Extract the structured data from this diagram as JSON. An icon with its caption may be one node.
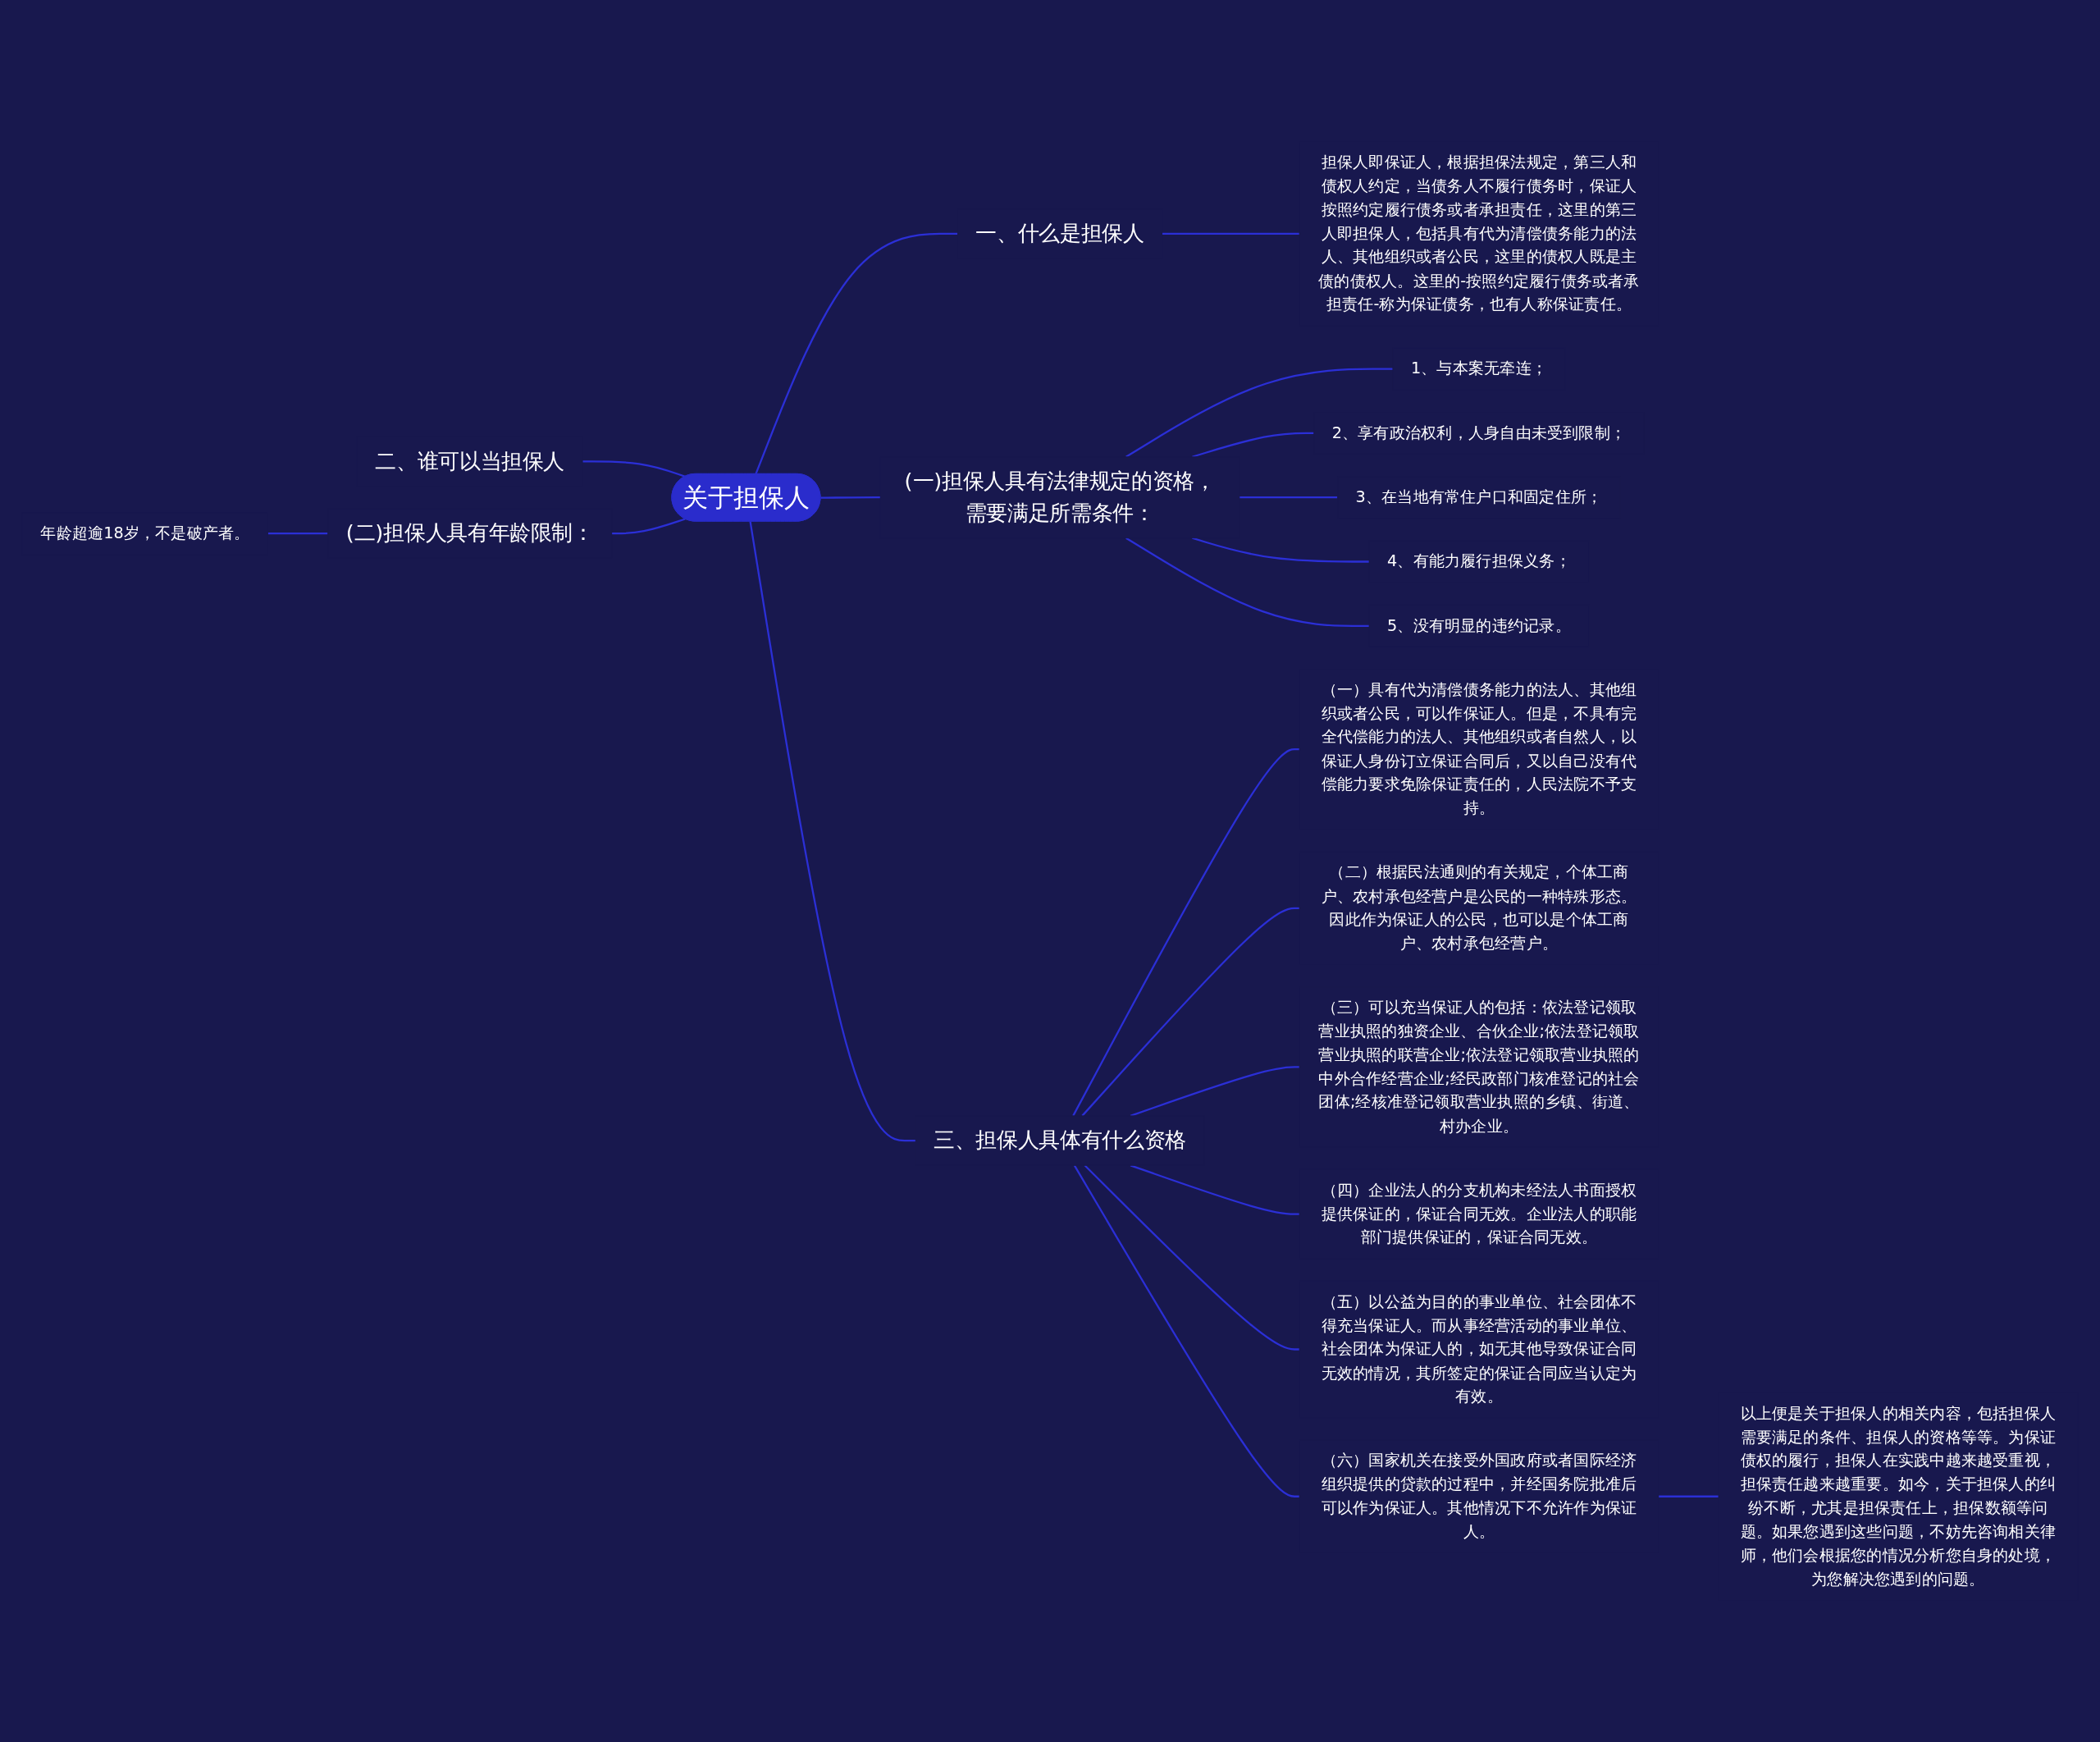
{
  "diagram": {
    "nodes": [
      {
        "text": [
          "关于担保人"
        ]
      },
      {
        "text": [
          "一、什么是担保人"
        ]
      },
      {
        "text": [
          "担保人即保证人，根据担保法规定，第三人和债权人约定，当债务人不履行债务时，保证人按照约定履行债务或者承担责任，这里的第三人即担保人，包括具有代为清偿债务能力的法人、其他组织或者公民，这里的债权人既是主债的债权人。这里的-按照约定履行债务或者承担责任-称为保证债务，也有人称保证责任。"
        ]
      },
      {
        "text": [
          "(一)担保人具有法律规定的资格，需要满足所需条件："
        ]
      },
      {
        "text": [
          "1、与本案无牵连；"
        ]
      },
      {
        "text": [
          "2、享有政治权利，人身自由未受到限制；"
        ]
      },
      {
        "text": [
          "3、在当地有常住户口和固定住所；"
        ]
      },
      {
        "text": [
          "4、有能力履行担保义务；"
        ]
      },
      {
        "text": [
          "5、没有明显的违约记录。"
        ]
      },
      {
        "text": [
          "二、谁可以当担保人"
        ]
      },
      {
        "text": [
          "(二)担保人具有年龄限制："
        ]
      },
      {
        "text": [
          "年龄超逾18岁，不是破产者。"
        ]
      },
      {
        "text": [
          "三、担保人具体有什么资格"
        ]
      },
      {
        "text": [
          "（一）具有代为清偿债务能力的法人、其他组织或者公民，可以作保证人。但是，不具有完全代偿能力的法人、其他组织或者自然人，以保证人身份订立保证合同后，又以自己没有代偿能力要求免除保证责任的，人民法院不予支持。"
        ]
      },
      {
        "text": [
          "（二）根据民法通则的有关规定，个体工商户、农村承包经营户是公民的一种特殊形态。因此作为保证人的公民，也可以是个体工商户、农村承包经营户。"
        ]
      },
      {
        "text": [
          "（三）可以充当保证人的包括：依法登记领取营业执照的独资企业、合伙企业;依法登记领取营业执照的联营企业;依法登记领取营业执照的中外合作经营企业;经民政部门核准登记的社会团体;经核准登记领取营业执照的乡镇、街道、村办企业。"
        ]
      },
      {
        "text": [
          "（四）企业法人的分支机构未经法人书面授权提供保证的，保证合同无效。企业法人的职能部门提供保证的，保证合同无效。"
        ]
      },
      {
        "text": [
          "（五）以公益为目的的事业单位、社会团体不得充当保证人。而从事经营活动的事业单位、社会团体为保证人的，如无其他导致保证合同无效的情况，其所签定的保证合同应当认定为有效。"
        ]
      },
      {
        "text": [
          "（六）国家机关在接受外国政府或者国际经济组织提供的贷款的过程中，并经国务院批准后可以作为保证人。其他情况下不允许作为保证人。"
        ]
      },
      {
        "text": [
          "以上便是关于担保人的相关内容，包括担保人需要满足的条件、担保人的资格等等。为保证债权的履行，担保人在实践中越来越受重视，担保责任越来越重要。如今，关于担保人的纠纷不断，尤其是担保责任上，担保数额等问题。如果您遇到这些问题，不妨先咨询相关律师，他们会根据您的情况分析您自身的处境，为您解决您遇到的问题。"
        ]
      }
    ],
    "edges": [
      {
        "from": 0,
        "to": 1,
        "arrow": "none"
      },
      {
        "from": 1,
        "to": 2,
        "arrow": "none"
      },
      {
        "from": 0,
        "to": 3,
        "arrow": "none"
      },
      {
        "from": 3,
        "to": 4,
        "arrow": "none"
      },
      {
        "from": 3,
        "to": 5,
        "arrow": "none"
      },
      {
        "from": 3,
        "to": 6,
        "arrow": "none"
      },
      {
        "from": 3,
        "to": 7,
        "arrow": "none"
      },
      {
        "from": 3,
        "to": 8,
        "arrow": "none"
      },
      {
        "from": 0,
        "to": 9,
        "arrow": "none"
      },
      {
        "from": 0,
        "to": 10,
        "arrow": "none"
      },
      {
        "from": 10,
        "to": 11,
        "arrow": "none"
      },
      {
        "from": 0,
        "to": 12,
        "arrow": "none"
      },
      {
        "from": 12,
        "to": 13,
        "arrow": "none"
      },
      {
        "from": 12,
        "to": 14,
        "arrow": "none"
      },
      {
        "from": 12,
        "to": 15,
        "arrow": "none"
      },
      {
        "from": 12,
        "to": 16,
        "arrow": "none"
      },
      {
        "from": 12,
        "to": 17,
        "arrow": "none"
      },
      {
        "from": 12,
        "to": 18,
        "arrow": "none"
      },
      {
        "from": 18,
        "to": 19,
        "arrow": "none"
      }
    ]
  }
}
